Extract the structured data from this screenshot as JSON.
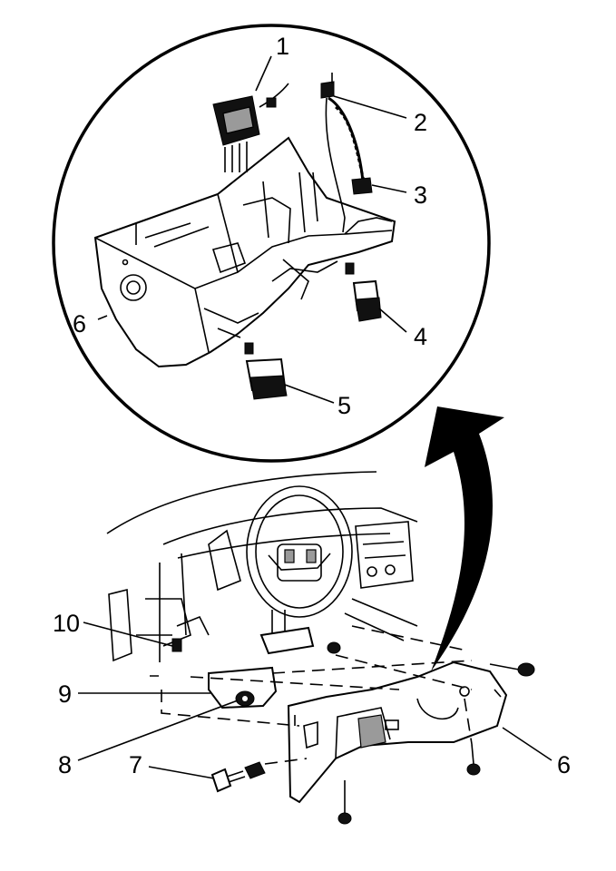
{
  "callouts": {
    "c1": "1",
    "c2": "2",
    "c3": "3",
    "c4": "4",
    "c5": "5",
    "c6_top": "6",
    "c6_bottom": "6",
    "c7": "7",
    "c8": "8",
    "c9": "9",
    "c10": "10"
  },
  "colors": {
    "line": "#000000",
    "background": "#ffffff",
    "shade": "#9a9a9a"
  }
}
